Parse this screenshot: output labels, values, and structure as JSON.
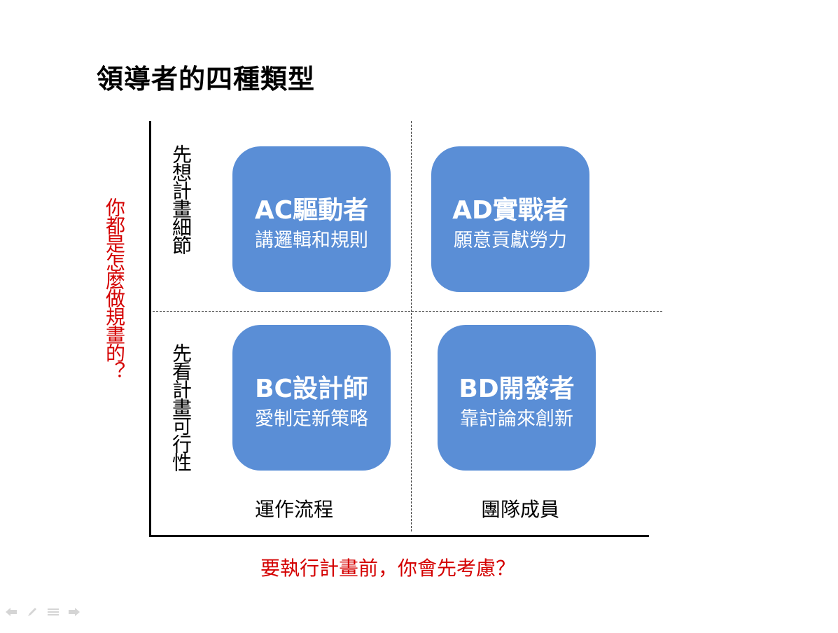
{
  "title": "領導者的四種類型",
  "y_axis_question": "你都是怎麼做規畫的？",
  "x_axis_question": "要執行計畫前，你會先考慮？",
  "row_labels": {
    "top": "先想計畫細節",
    "bottom": "先看計畫可行性"
  },
  "col_labels": {
    "left": "運作流程",
    "right": "團隊成員"
  },
  "quadrants": {
    "ac": {
      "name": "AC驅動者",
      "desc": "講邏輯和規則"
    },
    "ad": {
      "name": "AD實戰者",
      "desc": "願意貢獻勞力"
    },
    "bc": {
      "name": "BC設計師",
      "desc": "愛制定新策略"
    },
    "bd": {
      "name": "BD開發者",
      "desc": "靠討論來創新"
    }
  },
  "colors": {
    "box": "#5a8ed6",
    "question": "#d40000"
  },
  "nav_icons": [
    "back-arrow-icon",
    "pen-icon",
    "menu-icon",
    "forward-arrow-icon"
  ]
}
